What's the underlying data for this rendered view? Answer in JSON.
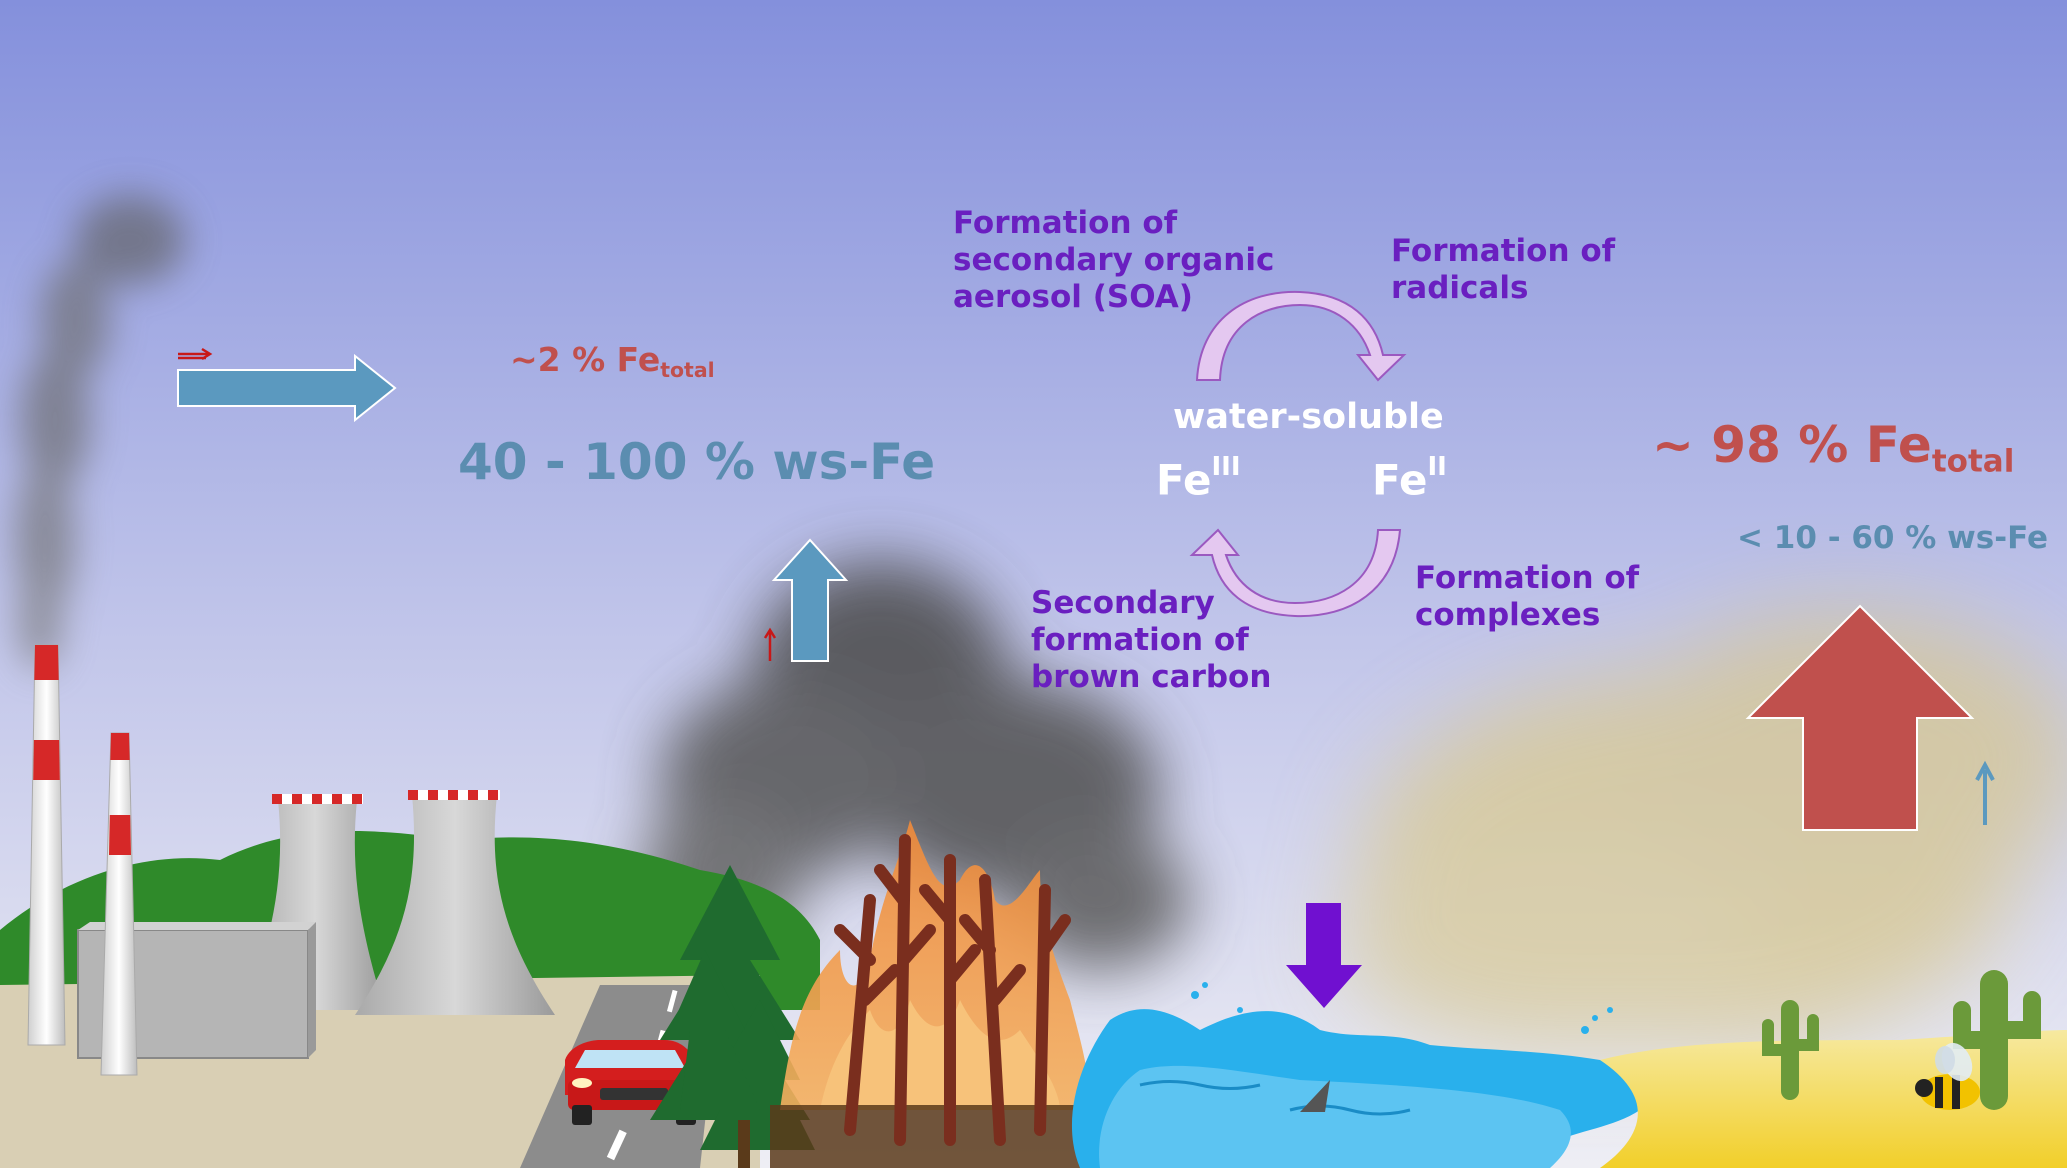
{
  "anthropogenic": {
    "fe_total": {
      "prefix": "~2 % Fe",
      "sub": "total"
    },
    "ws_fe": "40 - 100 % ws-Fe"
  },
  "cycle": {
    "soa_lines": [
      "Formation of",
      "secondary organic",
      "aerosol (SOA)"
    ],
    "radicals_lines": [
      "Formation of",
      "radicals"
    ],
    "complexes_lines": [
      "Formation of",
      "complexes"
    ],
    "brown_carbon_lines": [
      "Secondary",
      "formation of",
      "brown carbon"
    ],
    "water_soluble": "water-soluble",
    "fe3": {
      "base": "Fe",
      "sup": "III"
    },
    "fe2": {
      "base": "Fe",
      "sup": "II"
    }
  },
  "dust": {
    "fe_total": {
      "prefix": "~ 98 % Fe",
      "sub": "total"
    },
    "ws_fe": "< 10 - 60 % ws-Fe"
  },
  "colors": {
    "sky_top": "#8490dc",
    "sky_bottom": "#e6e6f2",
    "red_label": "#c0504d",
    "blue_label": "#5b8db0",
    "purple_label": "#6a1fc0",
    "cycle_arrow": "#e4c8f0",
    "down_arrow": "#7010d0"
  }
}
